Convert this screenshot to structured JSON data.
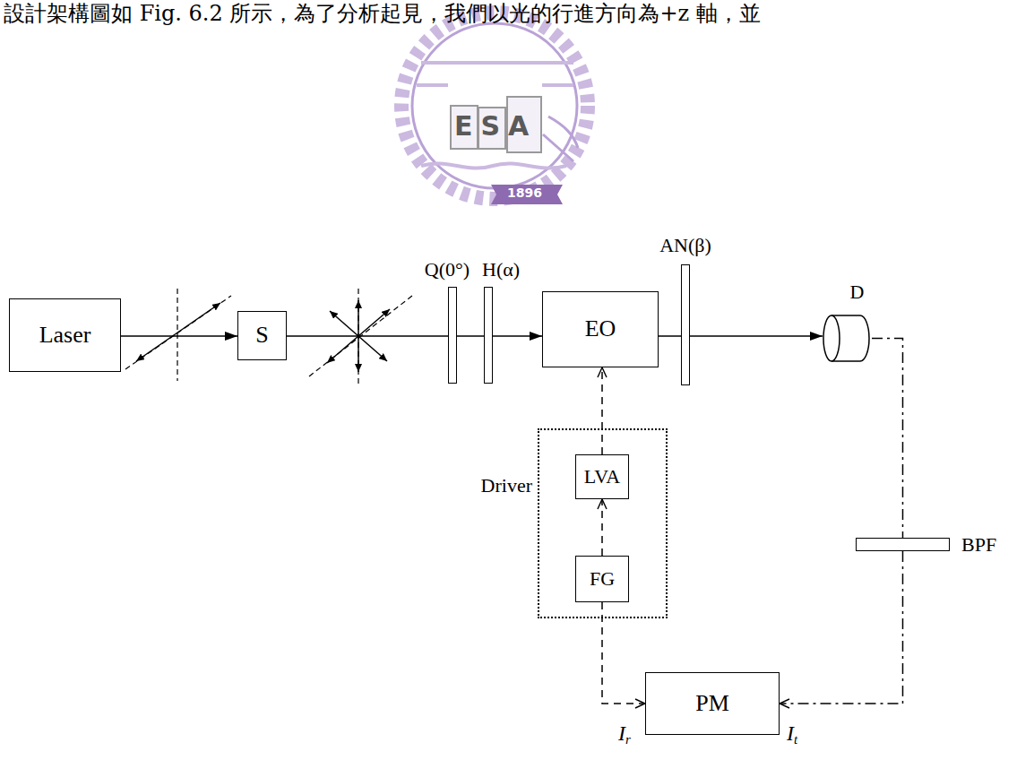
{
  "diagram": {
    "nodes": [
      {
        "text": [
          "Laser"
        ]
      },
      {
        "text": [
          "S"
        ]
      },
      {
        "text": [
          "Q(0°)"
        ]
      },
      {
        "text": [
          "H(α)"
        ]
      },
      {
        "text": [
          "EO"
        ]
      },
      {
        "text": [
          "AN(β)"
        ]
      },
      {
        "text": [
          "D"
        ]
      },
      {
        "text": [
          "Driver"
        ]
      },
      {
        "text": [
          "LVA"
        ],
        "in": 7
      },
      {
        "text": [
          "FG"
        ],
        "in": 7
      },
      {
        "text": [
          "BPF"
        ]
      },
      {
        "text": [
          "PM"
        ]
      }
    ],
    "edges": [
      {
        "from": 0,
        "to": 1,
        "arrow": "to"
      },
      {
        "from": 1,
        "to": 2,
        "arrow": "none"
      },
      {
        "from": 2,
        "to": 3,
        "arrow": "none"
      },
      {
        "from": 3,
        "to": 4,
        "arrow": "to"
      },
      {
        "from": 4,
        "to": 5,
        "arrow": "none"
      },
      {
        "from": 5,
        "to": 6,
        "arrow": "to"
      },
      {
        "from": 8,
        "to": 4,
        "arrow": "to"
      },
      {
        "from": 9,
        "to": 8,
        "arrow": "to"
      },
      {
        "from": 9,
        "to": 11,
        "arrow": "to",
        "label": "Ir"
      },
      {
        "from": 6,
        "to": 10,
        "arrow": "none"
      },
      {
        "from": 10,
        "to": 11,
        "arrow": "to",
        "label": "It"
      }
    ],
    "labels": [
      "設計架構圖如 Fig. 6.2 所示，為了分析起見，我們以光的行進方向為+z 軸，並",
      "ESA",
      "1896"
    ]
  }
}
